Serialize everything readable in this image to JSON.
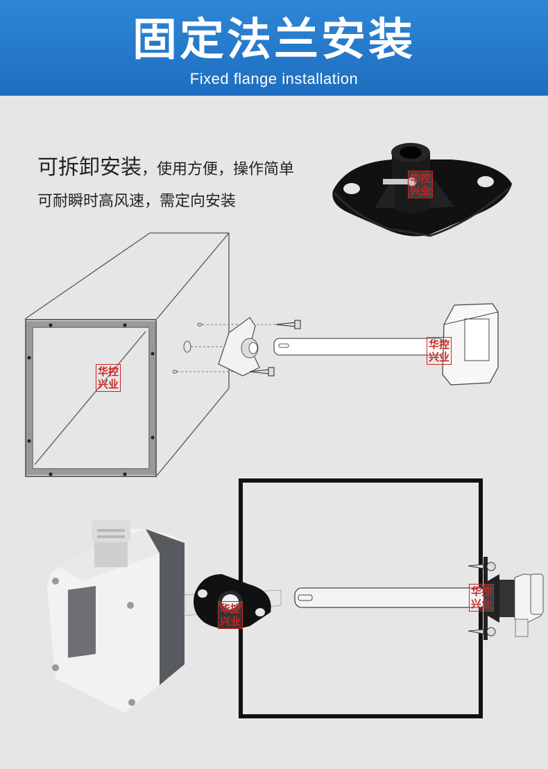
{
  "header": {
    "title": "固定法兰安装",
    "subtitle": "Fixed flange installation",
    "background_color": "#2379cc"
  },
  "intro": {
    "line1_main": "可拆卸安装",
    "line1_rest": "，使用方便，操作简单",
    "line2": "可耐瞬时高风速，需定向安装"
  },
  "watermark": {
    "line1": "华控",
    "line2": "兴业",
    "color": "#cc2222"
  }
}
